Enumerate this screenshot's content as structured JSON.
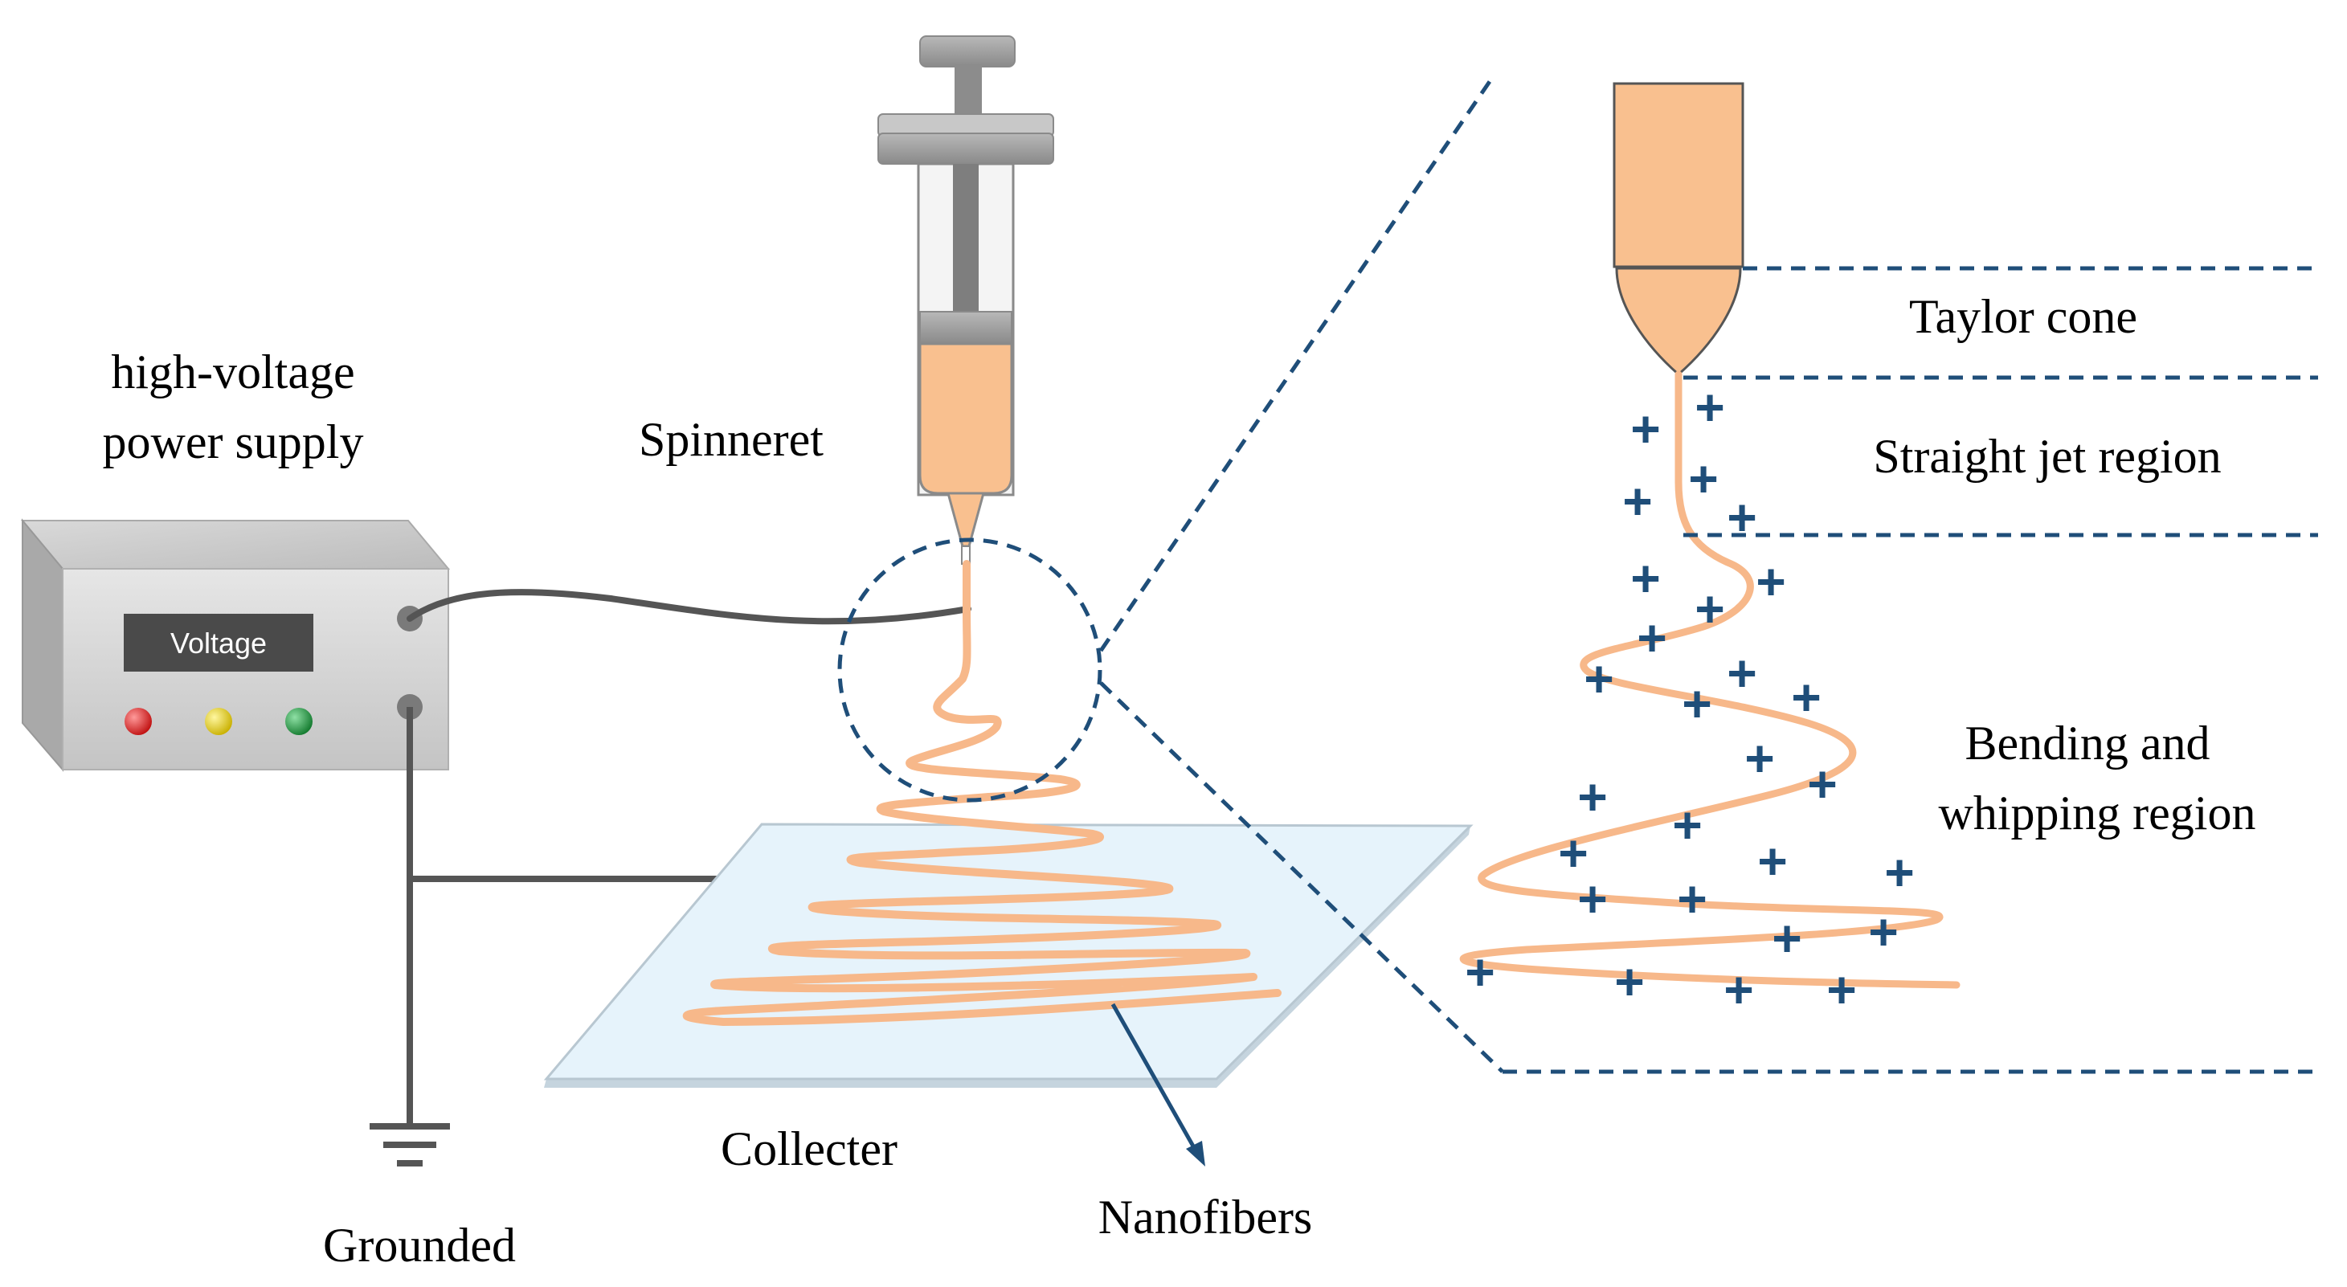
{
  "labels": {
    "power_supply_line1": "high-voltage",
    "power_supply_line2": "power supply",
    "voltage_display": "Voltage",
    "spinneret": "Spinneret",
    "taylor_cone": "Taylor cone",
    "straight_jet": "Straight jet region",
    "bending_line1": "Bending and",
    "bending_line2": "whipping region",
    "collecter": "Collecter",
    "nanofibers": "Nanofibers",
    "grounded": "Grounded"
  },
  "charge_symbol": "+",
  "indicator_lights": [
    {
      "name": "red-light",
      "color": "#e02020"
    },
    {
      "name": "yellow-light",
      "color": "#e8d020"
    },
    {
      "name": "green-light",
      "color": "#1e9a3c"
    }
  ],
  "colors": {
    "solution": "#f9c08f",
    "fiber": "#f7b88a",
    "syringe_gray": "#9e9e9e",
    "wire": "#555555",
    "dashed_line": "#1f4e79",
    "charge": "#1f4e79",
    "collector_fill": "#e6f3fb",
    "collector_edge": "#b8c7d1",
    "display_bg": "#4a4a4a"
  }
}
